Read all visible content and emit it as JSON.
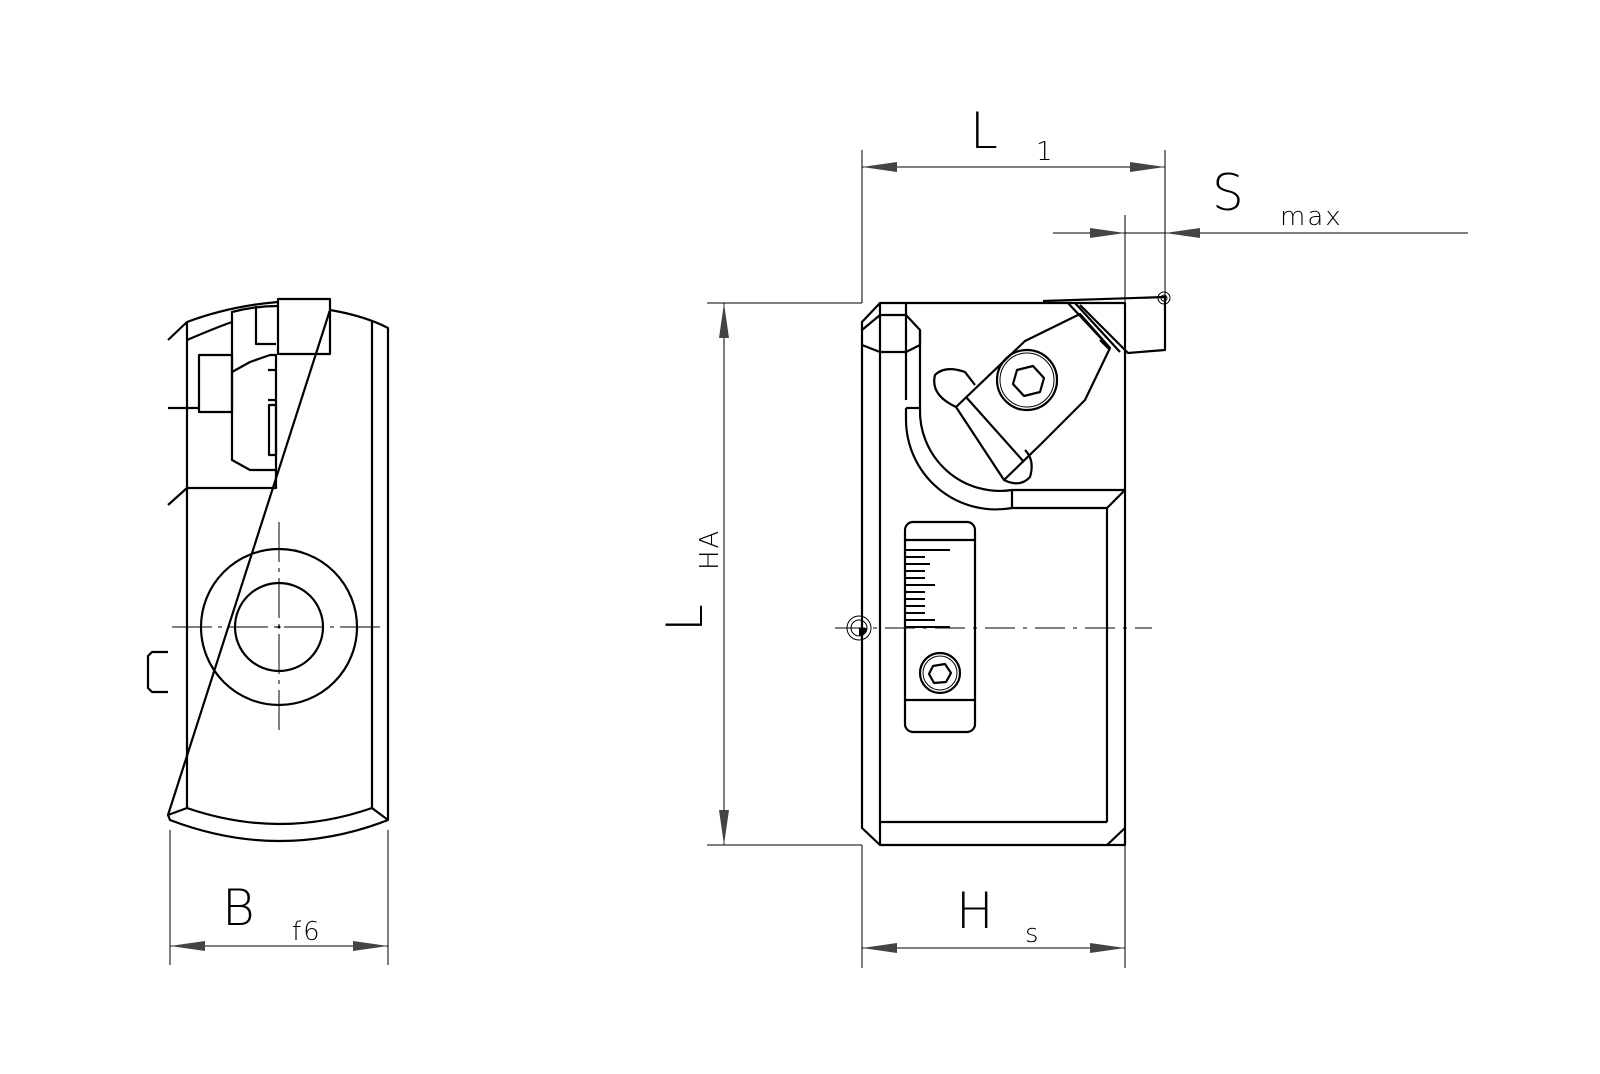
{
  "dimensions": {
    "l1": {
      "main": "L",
      "sub": "1"
    },
    "smax": {
      "main": "S",
      "sub": "max"
    },
    "lha": {
      "main": "L",
      "sub": "HA"
    },
    "bf6": {
      "main": "B",
      "sub": "f6"
    },
    "hs": {
      "main": "H",
      "sub": "s"
    }
  },
  "colors": {
    "line": "#000000",
    "background": "#ffffff"
  }
}
